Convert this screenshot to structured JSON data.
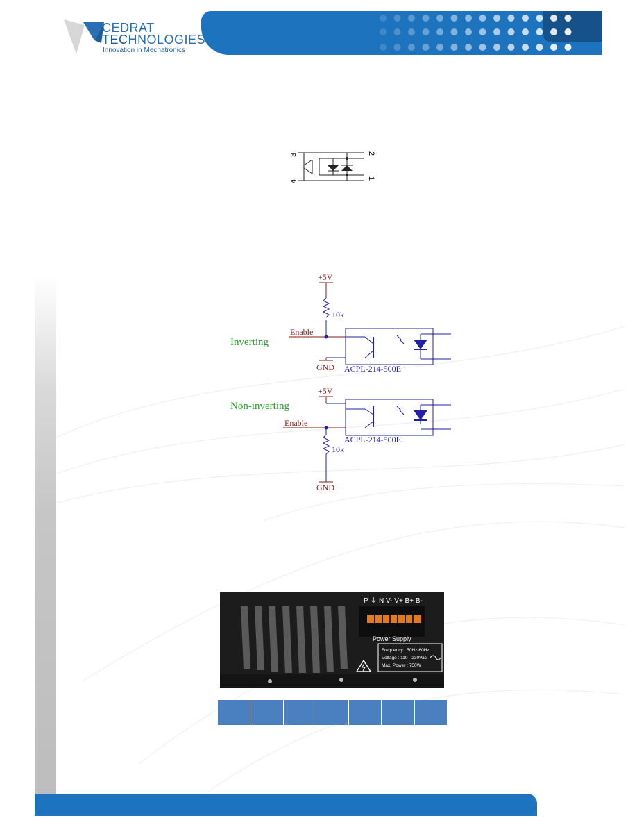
{
  "logo": {
    "line1": "CEDRAT",
    "line2_a": "TEC",
    "line2_b": "HNOLOGIES",
    "tagline": "Innovation in Mechatronics"
  },
  "pinout": {
    "pin3": "3",
    "pin4": "4",
    "pin2": "2",
    "pin1": "1"
  },
  "schematic": {
    "inverting": {
      "title": "Inverting",
      "supply": "+5V",
      "resistor": "10k",
      "signal": "Enable",
      "ground": "GND",
      "part": "ACPL-214-500E"
    },
    "noninverting": {
      "title": "Non-inverting",
      "supply": "+5V",
      "signal": "Enable",
      "resistor": "10k",
      "ground": "GND",
      "part": "ACPL-214-500E"
    }
  },
  "photo": {
    "terminal_labels": "P ⏚ N  V-  V+  B+  B-",
    "connector_caption": "Power Supply",
    "specs": {
      "frequency": "Frequency : 50Hz-60Hz",
      "voltage": "Voltage : 110 - 230Vac",
      "power": "Max. Power : 750W"
    }
  },
  "table": {
    "cells": [
      "",
      "",
      "",
      "",
      "",
      "",
      ""
    ]
  },
  "colors": {
    "brand_blue": "#1e73be",
    "brand_dark": "#17518a",
    "table_blue": "#4a7fc0"
  }
}
